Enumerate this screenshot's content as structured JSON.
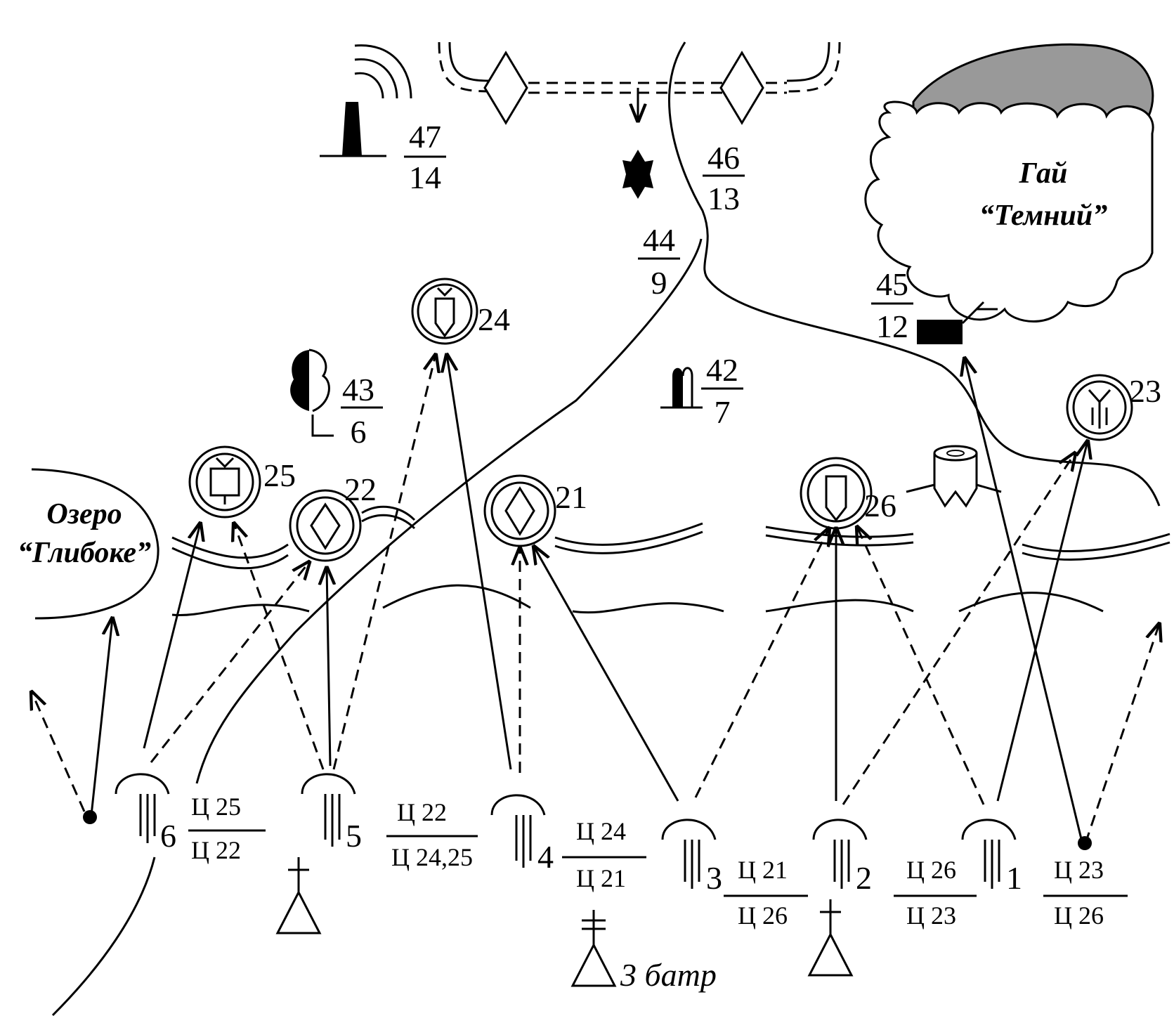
{
  "map": {
    "lake_label_1": "Озеро",
    "lake_label_2": "“Глибоке”",
    "grove_label_1": "Гай",
    "grove_label_2": "“Темний”",
    "battery_label": "3 батр"
  },
  "landmarks": [
    {
      "id": "47",
      "num": "47",
      "den": "14",
      "symbol": "radio-tower-icon"
    },
    {
      "id": "46",
      "num": "46",
      "den": "13",
      "symbol": "cross-icon"
    },
    {
      "id": "44",
      "num": "44",
      "den": "9",
      "symbol": "road-fork"
    },
    {
      "id": "45",
      "num": "45",
      "den": "12",
      "symbol": "house-icon"
    },
    {
      "id": "43",
      "num": "43",
      "den": "6",
      "symbol": "tree-icon"
    },
    {
      "id": "42",
      "num": "42",
      "den": "7",
      "symbol": "monument-icon"
    }
  ],
  "targets": [
    {
      "id": "24",
      "label": "24",
      "symbol": "shield-target-icon"
    },
    {
      "id": "25",
      "label": "25",
      "symbol": "tv-target-icon"
    },
    {
      "id": "22",
      "label": "22",
      "symbol": "diamond-target-icon"
    },
    {
      "id": "21",
      "label": "21",
      "symbol": "diamond-target-icon"
    },
    {
      "id": "26",
      "label": "26",
      "symbol": "shield-target-icon"
    },
    {
      "id": "23",
      "label": "23",
      "symbol": "antenna-target-icon"
    }
  ],
  "guns": [
    {
      "id": "6",
      "label": "6",
      "num": "Ц 25",
      "den": "Ц 22"
    },
    {
      "id": "5",
      "label": "5",
      "num": "Ц 22",
      "den": "Ц 24,25"
    },
    {
      "id": "4",
      "label": "4",
      "num": "Ц 24",
      "den": "Ц 21"
    },
    {
      "id": "3",
      "label": "3",
      "num": "Ц 21",
      "den": "Ц 26"
    },
    {
      "id": "2",
      "label": "2",
      "num": "Ц 26",
      "den": "Ц 23"
    },
    {
      "id": "1",
      "label": "1",
      "num": "Ц 23",
      "den": "Ц 26"
    }
  ]
}
